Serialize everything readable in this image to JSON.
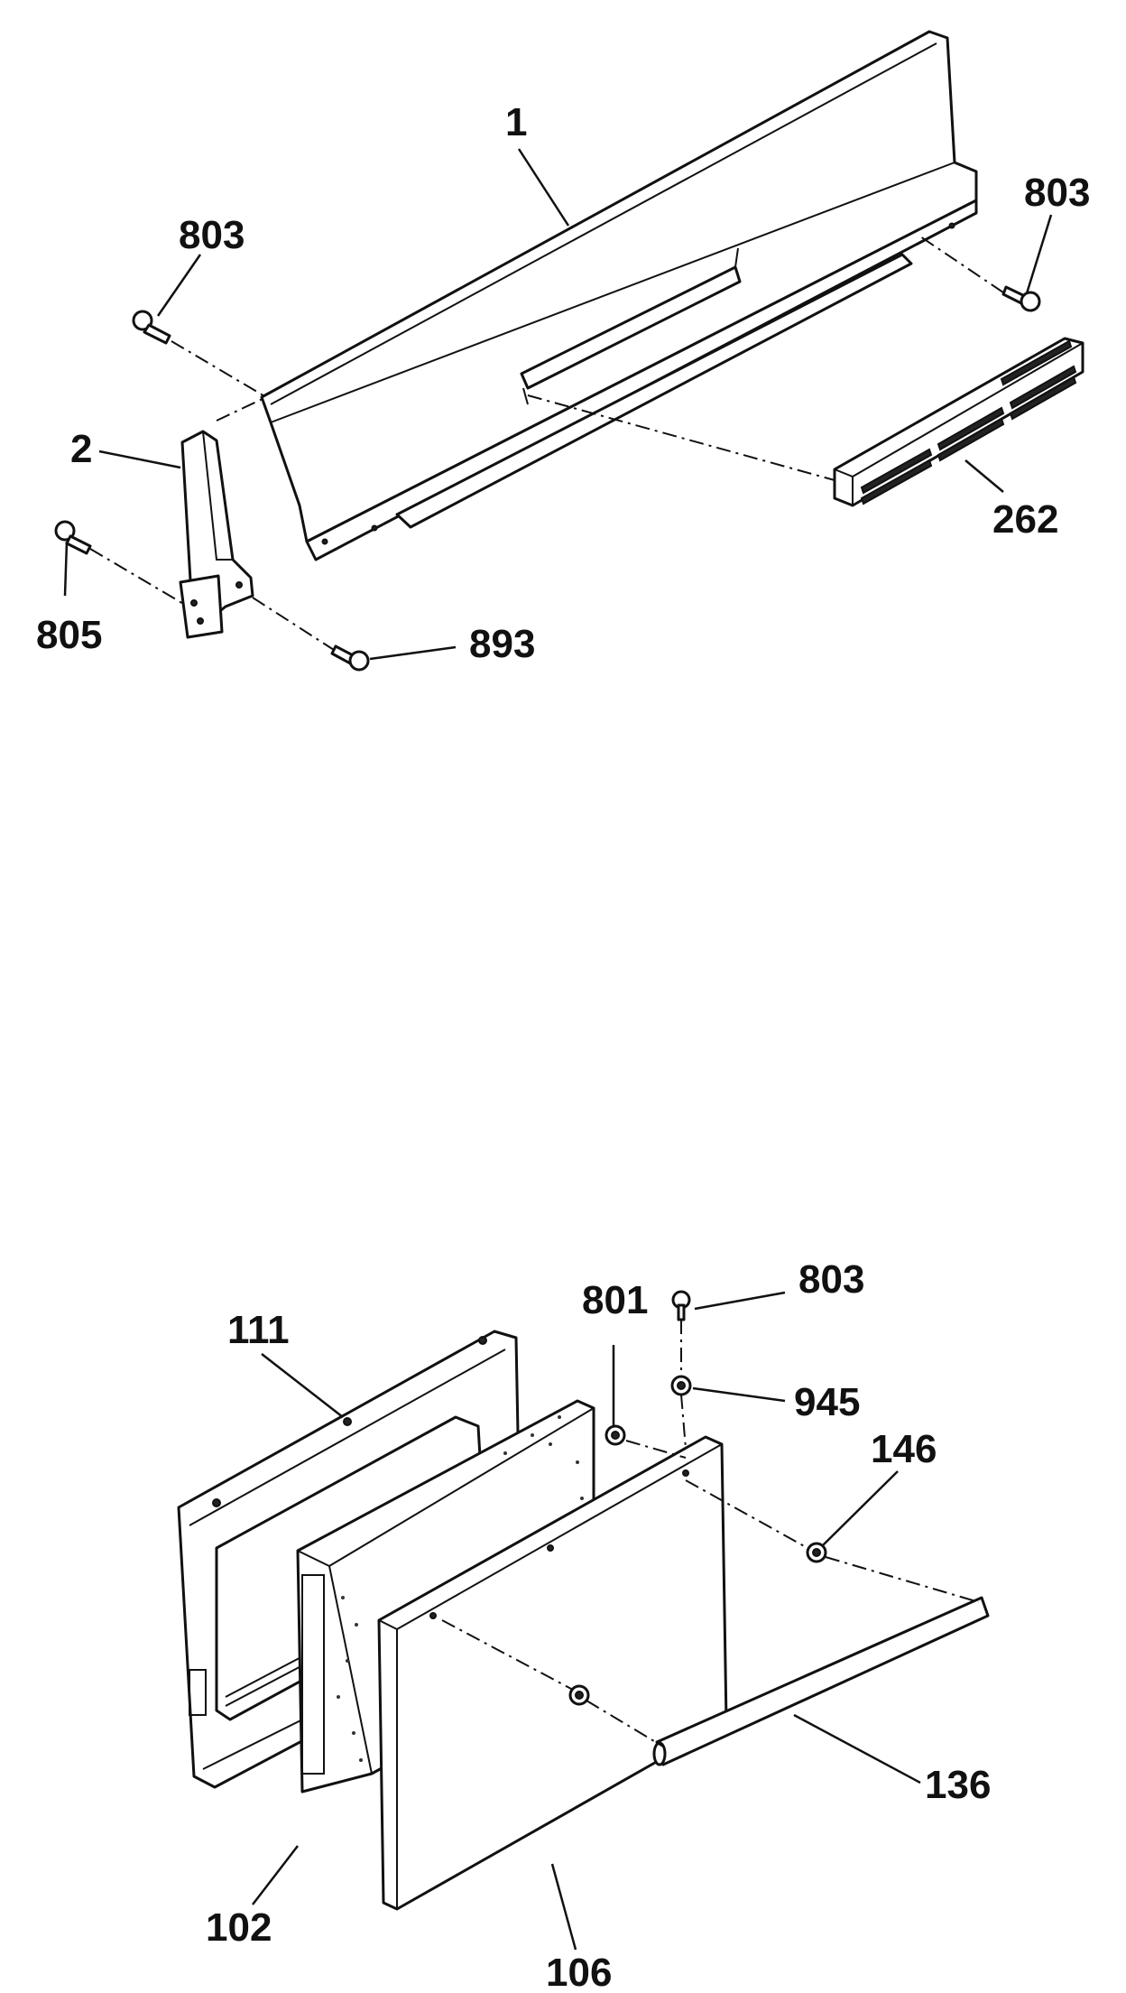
{
  "callouts": {
    "c1": "1",
    "c803_left": "803",
    "c803_right": "803",
    "c2": "2",
    "c805": "805",
    "c893": "893",
    "c262": "262",
    "c111": "111",
    "c801": "801",
    "c803_door": "803",
    "c945": "945",
    "c146": "146",
    "c136": "136",
    "c102": "102",
    "c106": "106"
  }
}
